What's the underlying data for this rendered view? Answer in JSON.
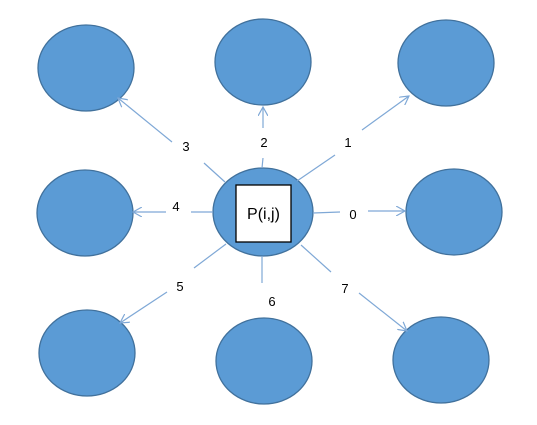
{
  "center": {
    "label": "P(i,j)"
  },
  "directions": [
    {
      "code": "0"
    },
    {
      "code": "1"
    },
    {
      "code": "2"
    },
    {
      "code": "3"
    },
    {
      "code": "4"
    },
    {
      "code": "5"
    },
    {
      "code": "6"
    },
    {
      "code": "7"
    }
  ],
  "colors": {
    "node_fill": "#5B9BD5",
    "node_stroke": "#41719C",
    "arrow": "#7FA8D6"
  }
}
